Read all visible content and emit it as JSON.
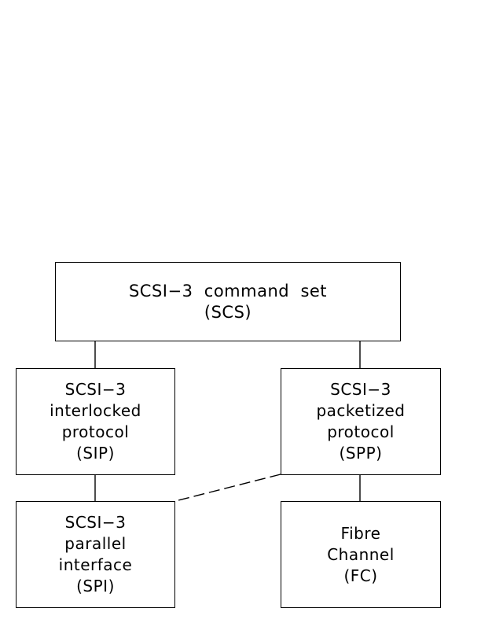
{
  "diagram": {
    "scs": {
      "lines": [
        "SCSI−3  command  set",
        "(SCS)"
      ]
    },
    "sip": {
      "lines": [
        "SCSI−3",
        "interlocked",
        "protocol",
        "(SIP)"
      ]
    },
    "spp": {
      "lines": [
        "SCSI−3",
        "packetized",
        "protocol",
        "(SPP)"
      ]
    },
    "spi": {
      "lines": [
        "SCSI−3",
        "parallel",
        "interface",
        "(SPI)"
      ]
    },
    "fc": {
      "lines": [
        "Fibre",
        "Channel",
        "(FC)"
      ]
    }
  }
}
